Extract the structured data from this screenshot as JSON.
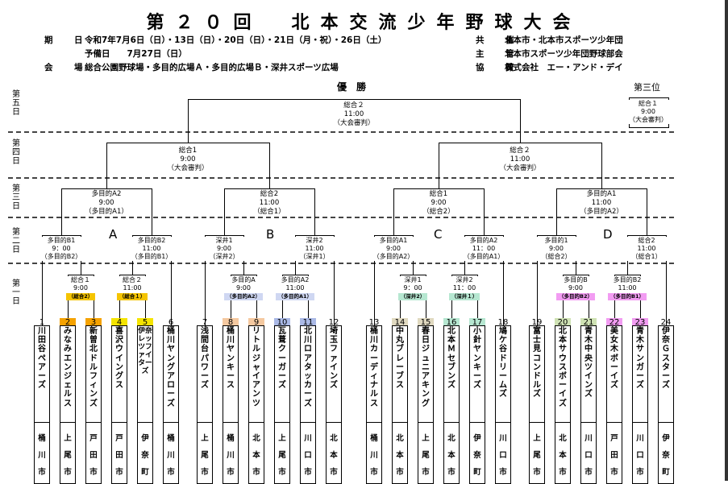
{
  "title": "第２０回　北本交流少年野球大会",
  "info": {
    "dates_key": "期　日",
    "dates": "令和7年7月6日（日）・13日（日）・20日（日）・21日（月・祝）・26日（土）",
    "reserve": "予備日　　7月27日（日）",
    "venue_key": "会　場",
    "venue": "総合公園野球場・多目的広場Ａ・多目的広場Ｂ・深井スポーツ広場",
    "host_key": "共　催",
    "host": "北本市・北本市スポーツ少年団",
    "manage_key": "主　管",
    "manage": "北本市スポーツ少年団野球部会",
    "sponsor_key": "協　賛",
    "sponsor": "株式会社　エー・アンド・デイ"
  },
  "labels": {
    "champion": "優　勝",
    "third": "第三位"
  },
  "rounds": [
    "第五日",
    "第四日",
    "第三日",
    "第二日",
    "第一日"
  ],
  "pools": [
    "A",
    "B",
    "C",
    "D"
  ],
  "matches": {
    "final": [
      "総合２",
      "11:00",
      "（大会審判）"
    ],
    "third": [
      "総合１",
      "9:00",
      "（大会審判）"
    ],
    "sf1": [
      "総合1",
      "9:00",
      "（大会審判）"
    ],
    "sf2": [
      "総合２",
      "11:00",
      "（大会審判）"
    ],
    "qA": [
      "多目的A2",
      "9:00",
      "（多目的A1）"
    ],
    "qB": [
      "総合2",
      "11:00",
      "（総合1）"
    ],
    "qC": [
      "総合1",
      "9:00",
      "（総合2）"
    ],
    "qD": [
      "多目的A1",
      "11:00",
      "（多目的A2）"
    ],
    "r2a1": [
      "多目的B1",
      "9：00",
      "（多目的B2）"
    ],
    "r2a2": [
      "多目的B2",
      "11:00",
      "（多目的B1）"
    ],
    "r2b1": [
      "深井1",
      "9:00",
      "（深井2）"
    ],
    "r2b2": [
      "深井2",
      "11:00",
      "（深井1）"
    ],
    "r2c1": [
      "多目的A1",
      "9:00",
      "（多目的A2）"
    ],
    "r2c2": [
      "多目的A2",
      "11：00",
      "（多目的A1）"
    ],
    "r2d1": [
      "多目的1",
      "9:00",
      "（総合2）"
    ],
    "r2d2": [
      "総合2",
      "11:00",
      "（総合1）"
    ],
    "r1_1": [
      "総合１",
      "9:00",
      "（総合2）"
    ],
    "r1_2": [
      "総合２",
      "11:00",
      "（総合１）"
    ],
    "r1_3": [
      "多目的A",
      "9:00",
      "（多目的A2）"
    ],
    "r1_4": [
      "多目的A2",
      "11:00",
      "（多目的A1）"
    ],
    "r1_5": [
      "深井1",
      "9：00",
      "（深井2）"
    ],
    "r1_6": [
      "深井2",
      "11：00",
      "（深井１）"
    ],
    "r1_7": [
      "多目的B",
      "9:00",
      "（多目的B2）"
    ],
    "r1_8": [
      "多目的B2",
      "11:00",
      "（多目的B1）"
    ]
  },
  "pill_colors": {
    "sogo": "#f5c400",
    "tamokuA": "#cfd7f2",
    "fukai": "#b6e7d1",
    "tamokuB": "#f29cf2"
  },
  "teams": [
    {
      "no": "1",
      "name": "川田谷ペアーズ",
      "city": "桶川市",
      "color": ""
    },
    {
      "no": "2",
      "name": "みなみエンジェルス",
      "city": "上尾市",
      "color": "#f5a200"
    },
    {
      "no": "3",
      "name": "新曽北ドルフィンズ",
      "city": "戸田市",
      "color": "#f5a200"
    },
    {
      "no": "4",
      "name": "喜沢ウイングス",
      "city": "戸田市",
      "color": "#f5e400"
    },
    {
      "no": "5",
      "name": "伊奈レッツファイターズ",
      "city": "伊奈町",
      "color": "#f5e400"
    },
    {
      "no": "6",
      "name": "桶川ヤングアローズ",
      "city": "桶川市",
      "color": ""
    },
    {
      "no": "7",
      "name": "浅間台パワーズ",
      "city": "上尾市",
      "color": ""
    },
    {
      "no": "8",
      "name": "桶川ヤンキース",
      "city": "桶川市",
      "color": "#f5c9a0"
    },
    {
      "no": "9",
      "name": "リトルジャイアンツ",
      "city": "北本市",
      "color": "#f5c9a0"
    },
    {
      "no": "10",
      "name": "瓦葺クーガーズ",
      "city": "上尾市",
      "color": "#aab9e6"
    },
    {
      "no": "11",
      "name": "北川ロアタッカーズ",
      "city": "川口市",
      "color": "#aab9e6"
    },
    {
      "no": "12",
      "name": "埼玉ファインズ",
      "city": "北本市",
      "color": ""
    },
    {
      "no": "13",
      "name": "桶川カーディナルス",
      "city": "桶川市",
      "color": ""
    },
    {
      "no": "14",
      "name": "中丸ブレーブス",
      "city": "北本市",
      "color": "#e0d9c0"
    },
    {
      "no": "15",
      "name": "春日ジュニアキング",
      "city": "上尾市",
      "color": "#e0d9c0"
    },
    {
      "no": "16",
      "name": "北本Ｍセブンズ",
      "city": "北本市",
      "color": "#b6e7d1"
    },
    {
      "no": "17",
      "name": "小針ヤンキーズ",
      "city": "伊奈町",
      "color": "#b6e7d1"
    },
    {
      "no": "18",
      "name": "鳩ケ谷ドリームズ",
      "city": "川口市",
      "color": ""
    },
    {
      "no": "19",
      "name": "富士見コンドルズ",
      "city": "上尾市",
      "color": ""
    },
    {
      "no": "20",
      "name": "北本サウスボーイズ",
      "city": "北本市",
      "color": "#cfe2b4"
    },
    {
      "no": "21",
      "name": "青木中央ツインズ",
      "city": "川口市",
      "color": "#cfe2b4"
    },
    {
      "no": "22",
      "name": "美女木ボーイズ",
      "city": "戸田市",
      "color": "#f29cf2"
    },
    {
      "no": "23",
      "name": "青木サンガーズ",
      "city": "川口市",
      "color": "#f29cf2"
    },
    {
      "no": "24",
      "name": "伊奈Ｇスターズ",
      "city": "伊奈町",
      "color": ""
    }
  ]
}
